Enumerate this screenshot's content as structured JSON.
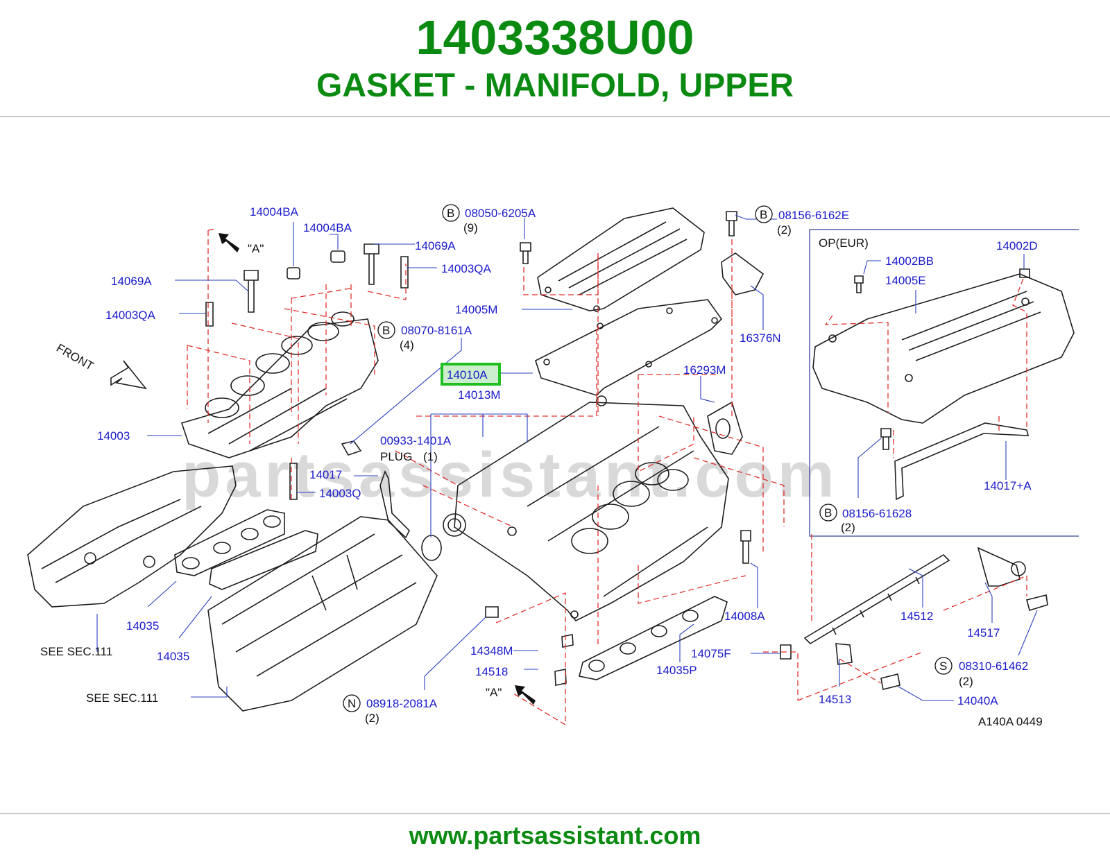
{
  "header": {
    "part_number": "1403338U00",
    "part_name": "GASKET - MANIFOLD, UPPER"
  },
  "footer": {
    "url": "www.partsassistant.com"
  },
  "watermark": "partsassistant.com",
  "colors": {
    "title_green": "#0b8a12",
    "callout_blue": "#1a1acc",
    "dash_red": "#e0302a",
    "highlight_green": "#1fc01f",
    "highlight_fill": "#cdeecd"
  },
  "diagram": {
    "code": "A140A   0449",
    "labels": {
      "p14004BA_1": "14004BA",
      "p14004BA_2": "14004BA",
      "p14069A_1": "14069A",
      "p14003QA_1": "14003QA",
      "p14069A_2": "14069A",
      "p14003QA_2": "14003QA",
      "p08070": "08070-8161A",
      "p08070_qty": "(4)",
      "p08050": "08050-6205A",
      "p08050_qty": "(9)",
      "p08156_top": "08156-6162E",
      "p08156_top_qty": "(2)",
      "p14005M": "14005M",
      "p16376N": "16376N",
      "p14010A": "14010A",
      "p16293M": "16293M",
      "p14013M": "14013M",
      "p14003": "14003",
      "p00933": "00933-1401A",
      "plug": "PLUG",
      "plug_qty": "(1)",
      "p14017": "14017",
      "p14003Q": "14003Q",
      "p14035_1": "14035",
      "p14035_2": "14035",
      "see1": "SEE   SEC.111",
      "see2": "SEE   SEC.111",
      "p14348M": "14348M",
      "p14518": "14518",
      "p08918": "08918-2081A",
      "p08918_qty": "(2)",
      "p14008A": "14008A",
      "p14075F": "14075F",
      "p14035P": "14035P",
      "p14512": "14512",
      "p14517": "14517",
      "p14513": "14513",
      "p08310": "08310-61462",
      "p08310_qty": "(2)",
      "p14040A": "14040A",
      "op_eur": "OP(EUR)",
      "p14002BB": "14002BB",
      "p14002D": "14002D",
      "p14005E": "14005E",
      "p14017A": "14017+A",
      "p08156_box": "08156-61628",
      "p08156_box_qty": "(2)",
      "front": "FRONT",
      "view_a_1": "\"A\"",
      "view_a_2": "\"A\""
    },
    "symbols": {
      "b": "B",
      "n": "N",
      "s": "S"
    }
  }
}
